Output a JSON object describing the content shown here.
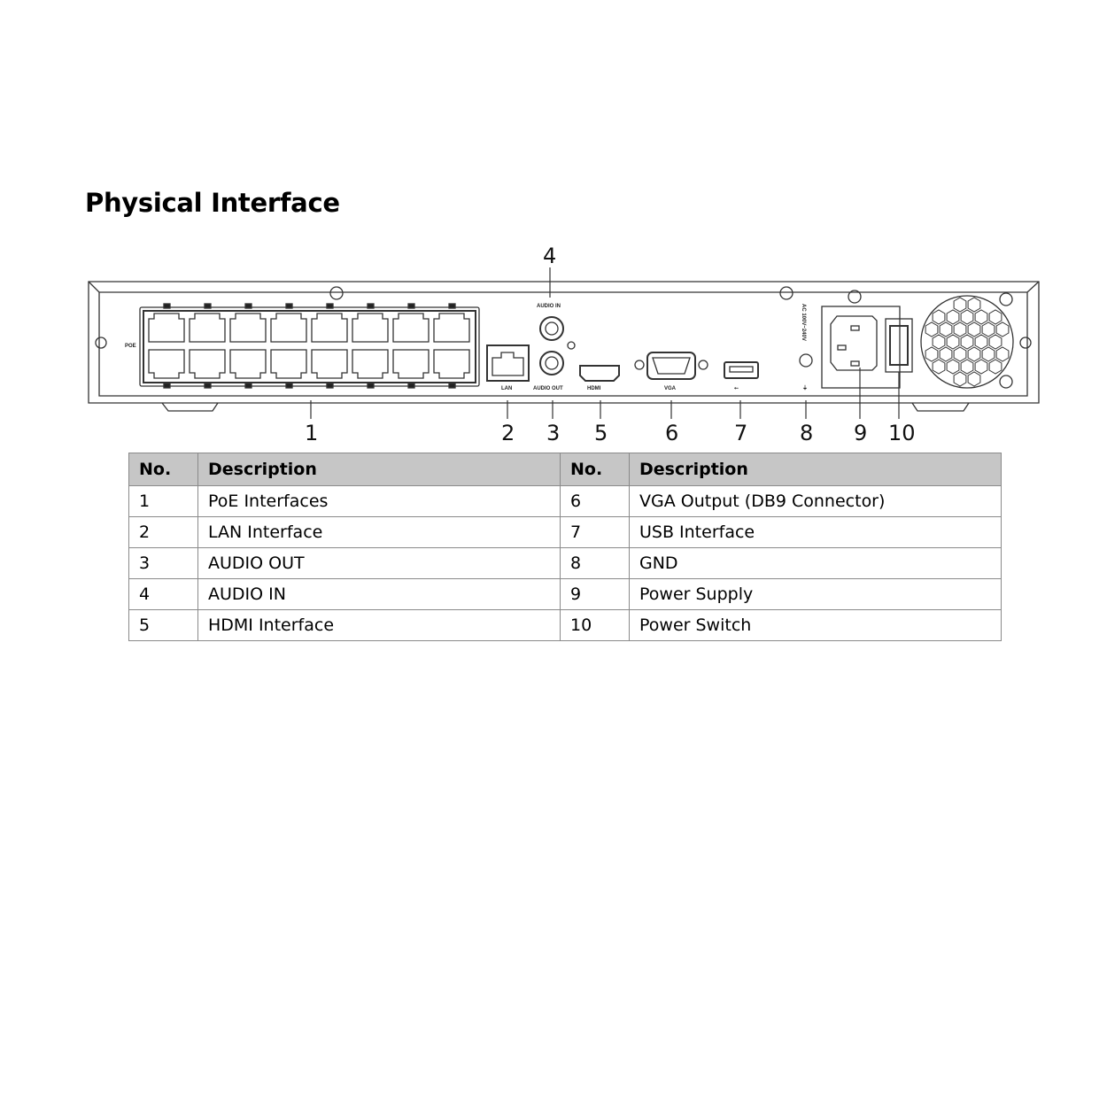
{
  "title": "Physical Interface",
  "diagram": {
    "panel_labels": {
      "poe": "POE",
      "lan": "LAN",
      "audio_in": "AUDIO IN",
      "audio_out": "AUDIO OUT",
      "hdmi": "HDMI",
      "vga": "VGA",
      "power_rating": "AC 100V~240V"
    },
    "callouts": [
      "1",
      "2",
      "3",
      "4",
      "5",
      "6",
      "7",
      "8",
      "9",
      "10"
    ],
    "poe_port_count": 16
  },
  "table": {
    "headers": [
      "No.",
      "Description",
      "No.",
      "Description"
    ],
    "rows": [
      {
        "no1": "1",
        "desc1": "PoE Interfaces",
        "no2": "6",
        "desc2": "VGA Output (DB9 Connector)"
      },
      {
        "no1": "2",
        "desc1": "LAN Interface",
        "no2": "7",
        "desc2": "USB Interface"
      },
      {
        "no1": "3",
        "desc1": "AUDIO OUT",
        "no2": "8",
        "desc2": "GND"
      },
      {
        "no1": "4",
        "desc1": "AUDIO IN",
        "no2": "9",
        "desc2": "Power Supply"
      },
      {
        "no1": "5",
        "desc1": "HDMI Interface",
        "no2": "10",
        "desc2": "Power Switch"
      }
    ]
  }
}
